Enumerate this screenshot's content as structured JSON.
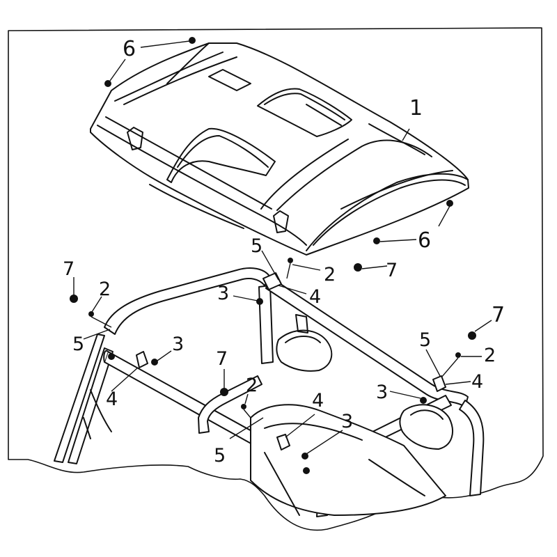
{
  "callouts": {
    "c6_top": "6",
    "c1": "1",
    "c6_right": "6",
    "c5_center": "5",
    "c2_center": "2",
    "c7_center": "7",
    "c3_center": "3",
    "c4_center": "4",
    "c7_left": "7",
    "c2_left": "2",
    "c5_left": "5",
    "c3_left": "3",
    "c4_left": "4",
    "c7_mid": "7",
    "c2_mid": "2",
    "c4_mid": "4",
    "c3_mid": "3",
    "c5_mid": "5",
    "c7_right": "7",
    "c5_right": "5",
    "c2_right": "2",
    "c4_right": "4",
    "c3_right": "3"
  }
}
